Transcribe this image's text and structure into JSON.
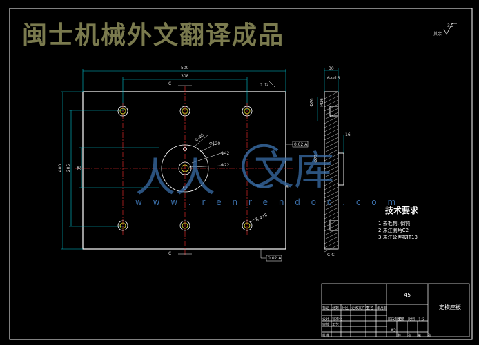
{
  "banner": "闽士机械外文翻译成品",
  "roughness": {
    "label": "其余",
    "value": "3.2"
  },
  "dims": {
    "width_outer": "500",
    "width_holes": "308",
    "height_outer": "400",
    "height_inner": "205",
    "height_hole": "85",
    "section_c": "C",
    "side_thickness": "30",
    "side_holes_top": "6-Φ16",
    "side_m": "M16",
    "side_phi": "Φ26",
    "side_16": "16",
    "side_22": "Φ22",
    "hole_phi_4": "4-Φ6",
    "hole_phi_120": "Φ120",
    "hole_phi_42": "Φ42",
    "hole_phi_22": "Φ22",
    "holes_bottom": "6-Φ18",
    "flatness": "0.02",
    "r_mark": "R",
    "tol_box": "0.02 A",
    "tol_box2": "0.02 A",
    "section_label": "C-C"
  },
  "tech": {
    "title": "技术要求",
    "items": [
      "1.去毛刺, 倒钝",
      "2.未注倒角C2",
      "3.未注公差按IT13"
    ]
  },
  "watermark": {
    "url": "w w w . r e n r e n d o c . c o m",
    "cn_left": "人人",
    "cn_right": "文库"
  },
  "titleblock": {
    "material": "45",
    "part_name": "定模座板",
    "scale": "1:2",
    "sheet": "A2",
    "cells": [
      "标记",
      "处数",
      "分区",
      "更改文件号",
      "签名",
      "年月日",
      "设计",
      "标准化",
      "阶段标记",
      "重量",
      "比例",
      "审核",
      "工艺",
      "批准",
      "共",
      "张",
      "第",
      "张"
    ]
  },
  "colors": {
    "outline": "#ffffff",
    "dim": "#00c8d8",
    "center": "#ff3030",
    "hatch": "#ffffff",
    "hole": "#e8e830"
  }
}
